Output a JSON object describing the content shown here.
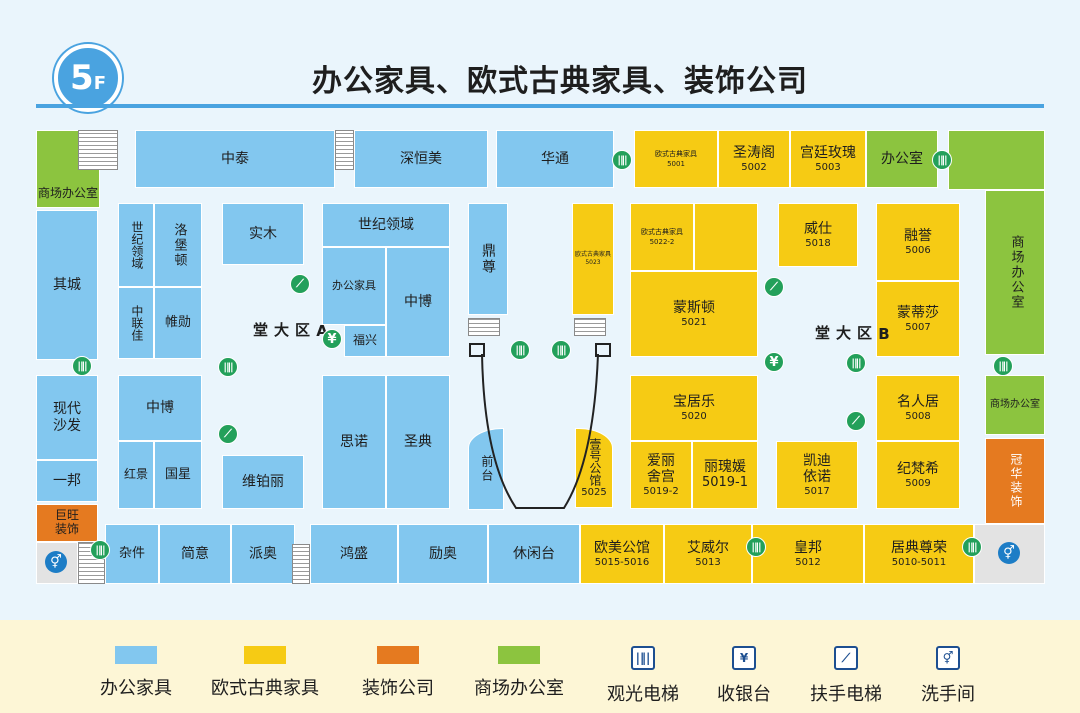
{
  "floor": {
    "number": "5",
    "suffix": "F"
  },
  "title": "办公家具、欧式古典家具、装饰公司",
  "colors": {
    "office_furniture": "#82c7ef",
    "european_classic": "#f6cb14",
    "decoration": "#e57a20",
    "mall_office": "#8cc43f",
    "service": "#e3e3e3"
  },
  "halls": {
    "a": "A区大堂",
    "b": "B区大堂"
  },
  "stores": [
    {
      "name": "中泰"
    },
    {
      "name": "深恒美"
    },
    {
      "name": "华通"
    },
    {
      "name": "欧式古典家具",
      "code": "5001"
    },
    {
      "name": "圣涛阁",
      "code": "5002"
    },
    {
      "name": "宫廷玫瑰",
      "code": "5003"
    },
    {
      "name": "办公室"
    },
    {
      "name": "商场办公室"
    },
    {
      "name": "商场办公室"
    },
    {
      "name": "世纪领域"
    },
    {
      "name": "洛堡顿"
    },
    {
      "name": "中联佳"
    },
    {
      "name": "帷勋"
    },
    {
      "name": "实木"
    },
    {
      "name": "世纪领域"
    },
    {
      "name": "办公家具"
    },
    {
      "name": "中博"
    },
    {
      "name": "福兴"
    },
    {
      "name": "鼎尊"
    },
    {
      "name": "欧式古典家具",
      "code": "5023"
    },
    {
      "name": "欧式古典家具",
      "code": "5022-2"
    },
    {
      "name": "蒙斯顿",
      "code": "5021"
    },
    {
      "name": "威仕",
      "code": "5018"
    },
    {
      "name": "融誉",
      "code": "5006"
    },
    {
      "name": "蒙蒂莎",
      "code": "5007"
    },
    {
      "name": "其城"
    },
    {
      "name": "中博"
    },
    {
      "name": "思诺"
    },
    {
      "name": "圣典"
    },
    {
      "name": "红景"
    },
    {
      "name": "国星"
    },
    {
      "name": "维铂丽"
    },
    {
      "name": "前台"
    },
    {
      "name": "壹号公馆",
      "code": "5025"
    },
    {
      "name": "宝居乐",
      "code": "5020"
    },
    {
      "name": "爱丽舍宫",
      "code": "5019-2"
    },
    {
      "name": "丽瑰媛",
      "code": "5019-1"
    },
    {
      "name": "凯迪依诺",
      "code": "5017"
    },
    {
      "name": "名人居",
      "code": "5008"
    },
    {
      "name": "纪梵希",
      "code": "5009"
    },
    {
      "name": "现代沙发"
    },
    {
      "name": "一邦"
    },
    {
      "name": "巨旺装饰"
    },
    {
      "name": "冠华装饰"
    },
    {
      "name": "商场办公室"
    },
    {
      "name": "杂件"
    },
    {
      "name": "简意"
    },
    {
      "name": "派奥"
    },
    {
      "name": "鸿盛"
    },
    {
      "name": "励奥"
    },
    {
      "name": "休闲台"
    },
    {
      "name": "欧美公馆",
      "code": "5015-5016"
    },
    {
      "name": "艾威尔",
      "code": "5013"
    },
    {
      "name": "皇邦",
      "code": "5012"
    },
    {
      "name": "居典尊荣",
      "code": "5010-5011"
    }
  ],
  "legend": [
    {
      "label": "办公家具",
      "type": "swatch",
      "color": "#82c7ef"
    },
    {
      "label": "欧式古典家具",
      "type": "swatch",
      "color": "#f6cb14"
    },
    {
      "label": "装饰公司",
      "type": "swatch",
      "color": "#e57a20"
    },
    {
      "label": "商场办公室",
      "type": "swatch",
      "color": "#8cc43f"
    },
    {
      "label": "观光电梯",
      "type": "icon",
      "icon": "elevator-icon"
    },
    {
      "label": "收银台",
      "type": "icon",
      "icon": "cashier-icon"
    },
    {
      "label": "扶手电梯",
      "type": "icon",
      "icon": "escalator-icon"
    },
    {
      "label": "洗手间",
      "type": "icon",
      "icon": "restroom-icon"
    }
  ]
}
